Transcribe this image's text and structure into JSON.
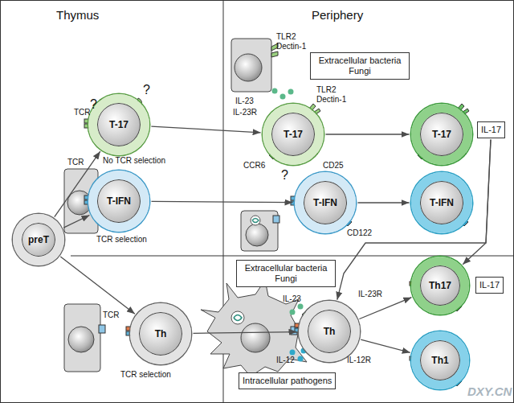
{
  "diagram": {
    "nodes": [
      {
        "text": [
          "preT"
        ]
      },
      {
        "text": [
          "T-17"
        ]
      },
      {
        "text": [
          "T-IFN"
        ]
      },
      {
        "text": [
          "Th"
        ]
      },
      {
        "text": [
          "Extracellular bacteria Fungi"
        ]
      },
      {
        "text": [
          "T-17"
        ]
      },
      {
        "text": [
          "T-17"
        ]
      },
      {
        "text": [
          "IL-17"
        ]
      },
      {
        "text": [
          "T-IFN"
        ]
      },
      {
        "text": [
          "T-IFN"
        ]
      },
      {
        "text": [
          "Extracellular bacteria Fungi"
        ]
      },
      {
        "text": [
          "Intracellular pathogens"
        ]
      },
      {
        "text": [
          "Th"
        ]
      },
      {
        "text": [
          "Th17"
        ]
      },
      {
        "text": [
          "Th1"
        ]
      },
      {
        "text": [
          "IL-17"
        ]
      }
    ],
    "edges": [
      {
        "from": 0,
        "to": 1,
        "arrow": "to"
      },
      {
        "from": 0,
        "to": 2,
        "arrow": "to"
      },
      {
        "from": 0,
        "to": 3,
        "arrow": "to"
      },
      {
        "from": 1,
        "to": 5,
        "arrow": "to"
      },
      {
        "from": 5,
        "to": 6,
        "arrow": "to"
      },
      {
        "from": 2,
        "to": 8,
        "arrow": "to"
      },
      {
        "from": 8,
        "to": 9,
        "arrow": "to"
      },
      {
        "from": 3,
        "to": 12,
        "arrow": "to"
      },
      {
        "from": 12,
        "to": 13,
        "arrow": "to"
      },
      {
        "from": 12,
        "to": 14,
        "arrow": "to"
      },
      {
        "from": 7,
        "to": 12,
        "arrow": "to"
      },
      {
        "from": 7,
        "to": 13,
        "arrow": "to"
      }
    ],
    "labels": [
      "Thymus",
      "Periphery",
      "?",
      "?",
      "TCR",
      "No TCR selection",
      "TCR",
      "TCR selection",
      "TLR2",
      "Dectin-1",
      "IL-23",
      "IL-23R",
      "TLR2",
      "Dectin-1",
      "CCR6",
      "CD25",
      "?",
      "CD122",
      "TCR",
      "TCR selection",
      "IL-23",
      "IL-23R",
      "IL-12",
      "IL-12R",
      "DXY.CN"
    ]
  }
}
